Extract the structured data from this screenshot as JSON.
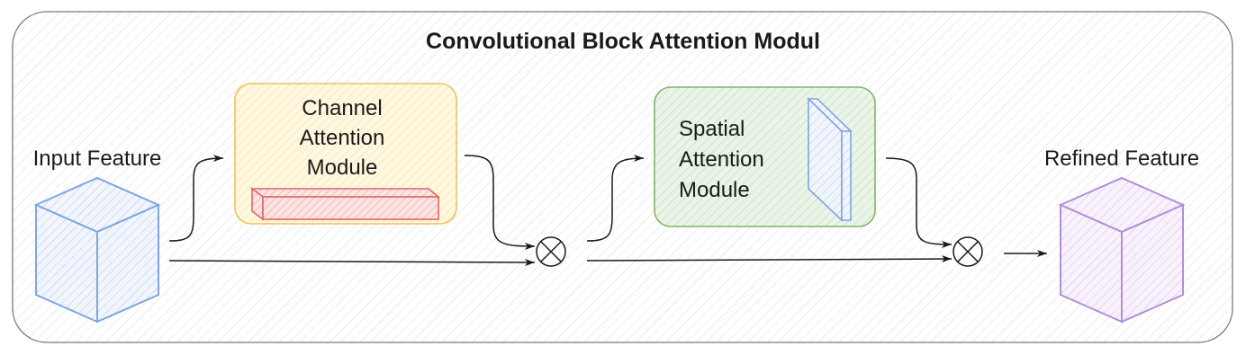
{
  "title": "Convolutional Block Attention Modul",
  "input": {
    "label": "Input Feature",
    "color": "#7ea6e0"
  },
  "channel_module": {
    "lines": [
      "Channel",
      "Attention",
      "Module"
    ],
    "fill": "#fff2cc",
    "stroke": "#f2c15a",
    "bar_color": "#e06666"
  },
  "spatial_module": {
    "lines": [
      "Spatial",
      "Attention",
      "Module"
    ],
    "fill": "#d5e8d4",
    "stroke": "#82b366",
    "slab_color": "#7ea6e0"
  },
  "output": {
    "label": "Refined Feature",
    "color": "#b38ed6"
  },
  "operators": [
    {
      "symbol": "multiply"
    },
    {
      "symbol": "multiply"
    }
  ]
}
